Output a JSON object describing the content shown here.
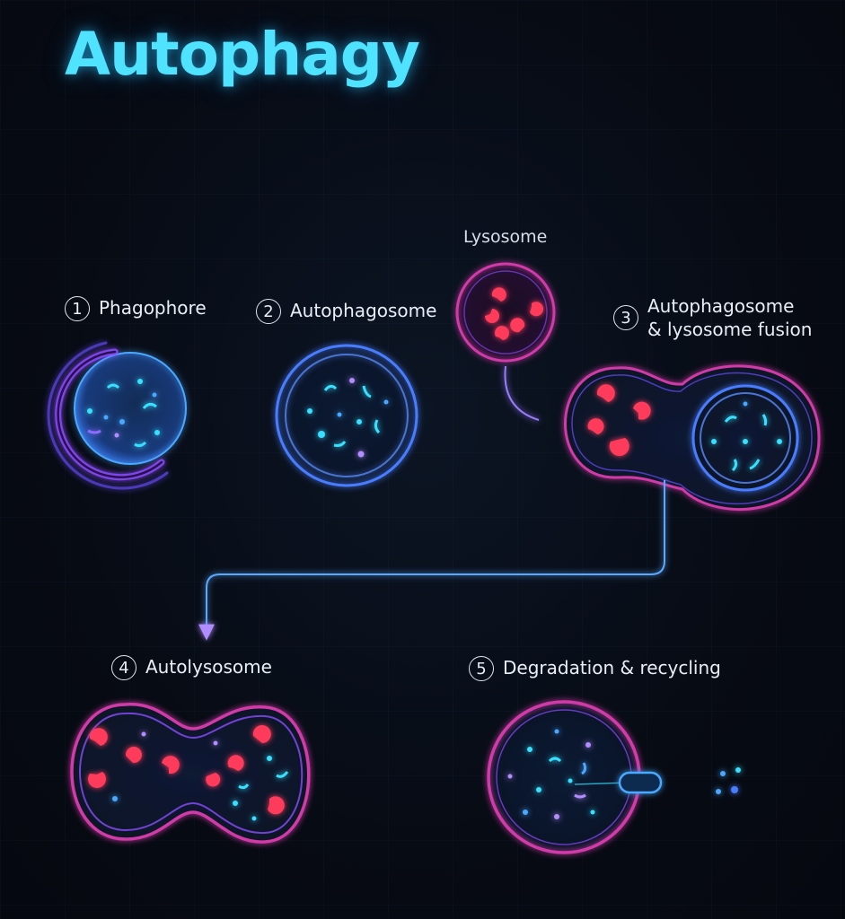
{
  "title": "Autophagy",
  "colors": {
    "title": "#4fe3ff",
    "membrane_blue": "#4a7dff",
    "membrane_violet": "#8b4dff",
    "membrane_magenta": "#d03aa8",
    "lysosome_enzyme": "#ff3b5c",
    "cargo_cyan": "#38e0ff",
    "arrow": "#9a7cff"
  },
  "steps": [
    {
      "number": "1",
      "label": "Phagophore"
    },
    {
      "number": "2",
      "label": "Autophagosome"
    },
    {
      "number": "3",
      "label": "Autophagosome\n& lysosome fusion"
    },
    {
      "number": "4",
      "label": "Autolysosome"
    },
    {
      "number": "5",
      "label": "Degradation & recycling"
    }
  ],
  "lysosome_label": "Lysosome"
}
